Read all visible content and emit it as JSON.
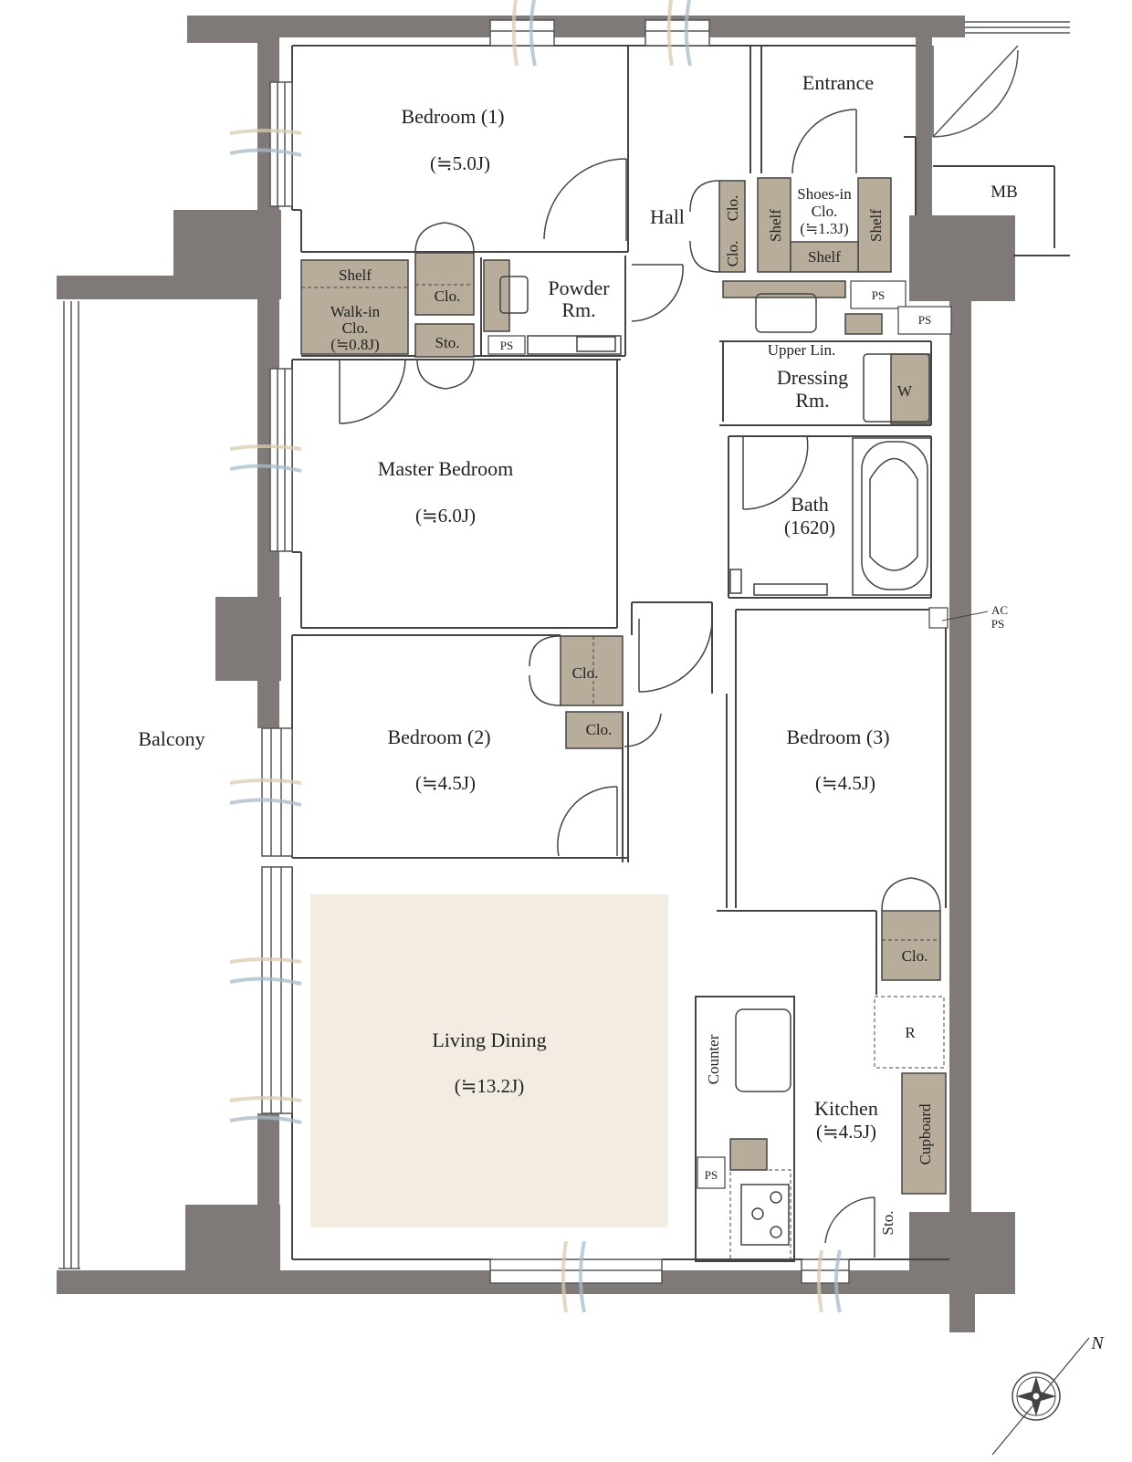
{
  "colors": {
    "wall": "#7f7a78",
    "storage_fill": "#b7ad9a",
    "living_fill": "#f2ece2",
    "line": "#444444",
    "window_wave_blue": "#a9bccb",
    "window_wave_beige": "#d9ccb0"
  },
  "rooms": {
    "bedroom1": {
      "name": "Bedroom (1)",
      "area": "(≒5.0J)"
    },
    "master": {
      "name": "Master Bedroom",
      "area": "(≒6.0J)"
    },
    "bedroom2": {
      "name": "Bedroom (2)",
      "area": "(≒4.5J)"
    },
    "bedroom3": {
      "name": "Bedroom (3)",
      "area": "(≒4.5J)"
    },
    "living": {
      "name": "Living Dining",
      "area": "(≒13.2J)"
    },
    "kitchen": {
      "name": "Kitchen",
      "area": "(≒4.5J)"
    },
    "bath": {
      "name": "Bath",
      "area": "(1620)"
    },
    "balcony": {
      "name": "Balcony"
    },
    "entrance": {
      "name": "Entrance"
    },
    "hall": {
      "name": "Hall"
    },
    "powder": {
      "line1": "Powder",
      "line2": "Rm."
    },
    "dressing": {
      "line1": "Dressing",
      "line2": "Rm."
    }
  },
  "storage": {
    "walkin_shelf": "Shelf",
    "walkin_line1": "Walk-in",
    "walkin_line2": "Clo.",
    "walkin_area": "(≒0.8J)",
    "clo": "Clo.",
    "sto": "Sto.",
    "shoes_line1": "Shoes-in",
    "shoes_line2": "Clo.",
    "shoes_area": "(≒1.3J)",
    "shelf": "Shelf",
    "upper_lin": "Upper Lin.",
    "washer": "W",
    "fridge": "R",
    "cupboard": "Cupboard",
    "counter": "Counter"
  },
  "utility": {
    "ps": "PS",
    "ac": "AC",
    "mb": "MB"
  },
  "compass": {
    "north": "N"
  }
}
